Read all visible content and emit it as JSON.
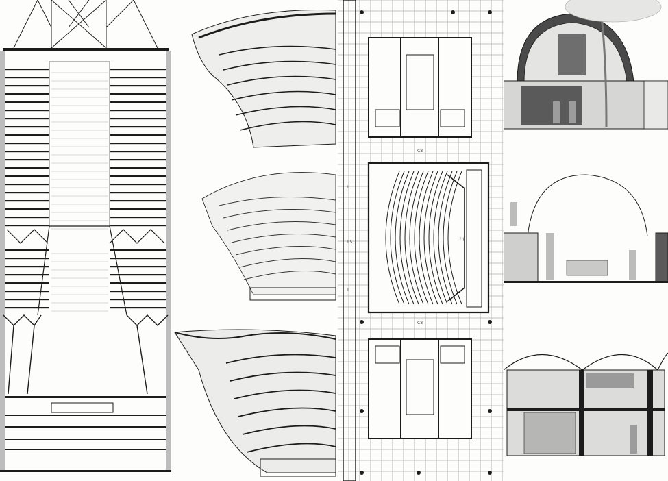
{
  "sheet": {
    "panels": [
      {
        "id": "tower-section"
      },
      {
        "id": "stadium-roof-sections"
      },
      {
        "id": "theatre-floor-plan"
      },
      {
        "id": "vault-sections"
      }
    ]
  },
  "plan_labels": {
    "upper_hall": "C8",
    "auditorium": "Hg",
    "side_1": "L",
    "side_2": "L5",
    "side_3": "L",
    "lower_hall": "C8"
  },
  "colors": {
    "ink": "#1c1c1c",
    "paper": "#fdfdfb",
    "hatch": "#9a9a9a",
    "shade": "#6e6e6e",
    "sky": "#c9c9c9"
  }
}
